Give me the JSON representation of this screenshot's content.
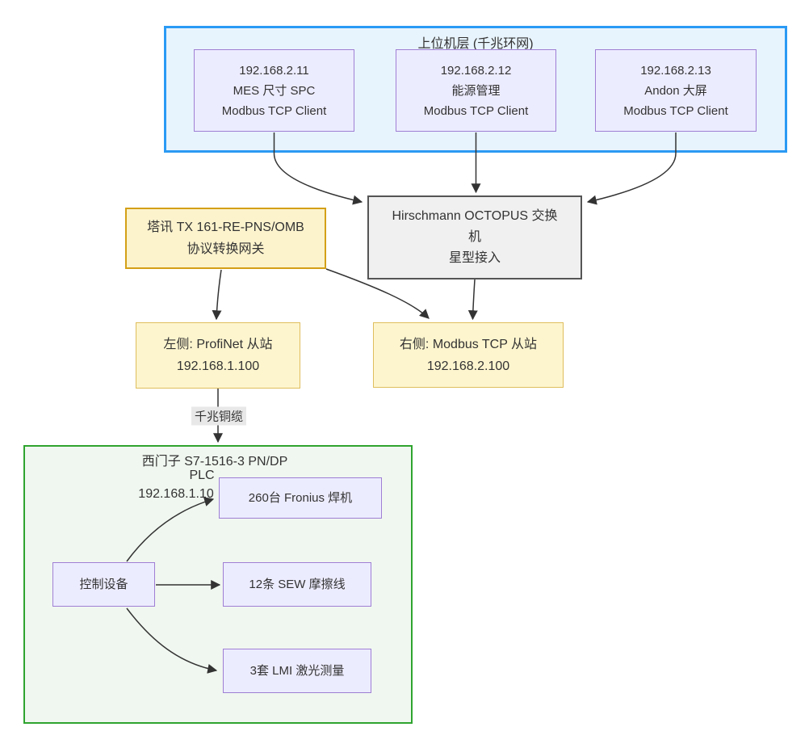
{
  "groups": {
    "host_layer": {
      "title": "上位机层 (千兆环网)"
    },
    "plc_layer": {
      "title_lines": [
        "西门子 S7-1516-3 PN/DP",
        "PLC",
        "192.168.1.10"
      ]
    }
  },
  "nodes": {
    "mes": {
      "lines": [
        "192.168.2.11",
        "MES 尺寸 SPC",
        "Modbus TCP Client"
      ]
    },
    "energy": {
      "lines": [
        "192.168.2.12",
        "能源管理",
        "Modbus TCP Client"
      ]
    },
    "andon": {
      "lines": [
        "192.168.2.13",
        "Andon 大屏",
        "Modbus TCP Client"
      ]
    },
    "switch": {
      "lines": [
        "Hirschmann OCTOPUS 交换",
        "机",
        "星型接入"
      ]
    },
    "gateway": {
      "lines": [
        "塔讯 TX 161-RE-PNS/OMB",
        "协议转换网关"
      ]
    },
    "profinet_slave": {
      "lines": [
        "左侧: ProfiNet 从站",
        "192.168.1.100"
      ]
    },
    "modbus_slave": {
      "lines": [
        "右侧: Modbus TCP 从站",
        "192.168.2.100"
      ]
    },
    "control": {
      "label": "控制设备"
    },
    "fronius": {
      "label": "260台 Fronius 焊机"
    },
    "sew": {
      "label": "12条 SEW 摩擦线"
    },
    "lmi": {
      "label": "3套 LMI 激光测量"
    }
  },
  "edge_labels": {
    "copper": "千兆铜缆"
  },
  "colors": {
    "host_group_border": "#2B9AF4",
    "host_group_fill": "#E8F4FD",
    "plc_group_border": "#2FA42F",
    "plc_group_fill": "#F0F7F0",
    "purple_node_fill": "#ECECFF",
    "purple_node_border": "#9F7FD4",
    "gray_node_fill": "#F0F0F0",
    "gray_node_border": "#555555",
    "gateway_fill": "#FCF3CD",
    "gateway_border": "#D4A017",
    "yellow_node_fill": "#FDF5CE",
    "yellow_node_border": "#DFBE5E",
    "edge_stroke": "#333333",
    "edge_label_bg": "#E8E8E8",
    "text": "#333333"
  }
}
